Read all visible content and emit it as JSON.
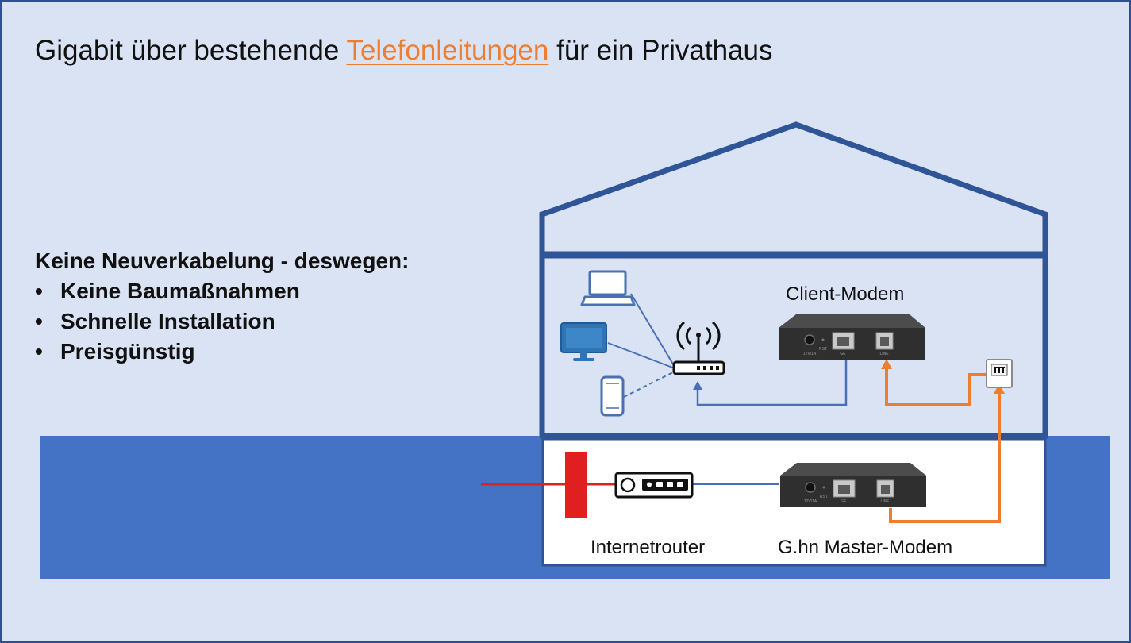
{
  "title": {
    "before": "Gigabit über bestehende ",
    "highlight": "Telefonleitungen",
    "after": " für ein Privathaus"
  },
  "benefits": {
    "heading": "Keine Neuverkabelung - deswegen:",
    "items": [
      "Keine Baumaßnahmen",
      "Schnelle Installation",
      "Preisgünstig"
    ]
  },
  "devices": {
    "client_modem": "Client-Modem",
    "internet_router": "Internetrouter",
    "master_modem": "G.hn Master-Modem"
  },
  "modem_port_labels": {
    "power": "12V/1A",
    "reset": "RST",
    "ethernet": "GE",
    "line": "LINE"
  },
  "colors": {
    "background": "#dae3f3",
    "house_outline": "#2f5597",
    "ground": "#4472c4",
    "accent": "#ed7d31",
    "ethernet_cable": "#4a6fb5",
    "phone_cable": "#ed7d31",
    "internet_line": "#e02020"
  }
}
